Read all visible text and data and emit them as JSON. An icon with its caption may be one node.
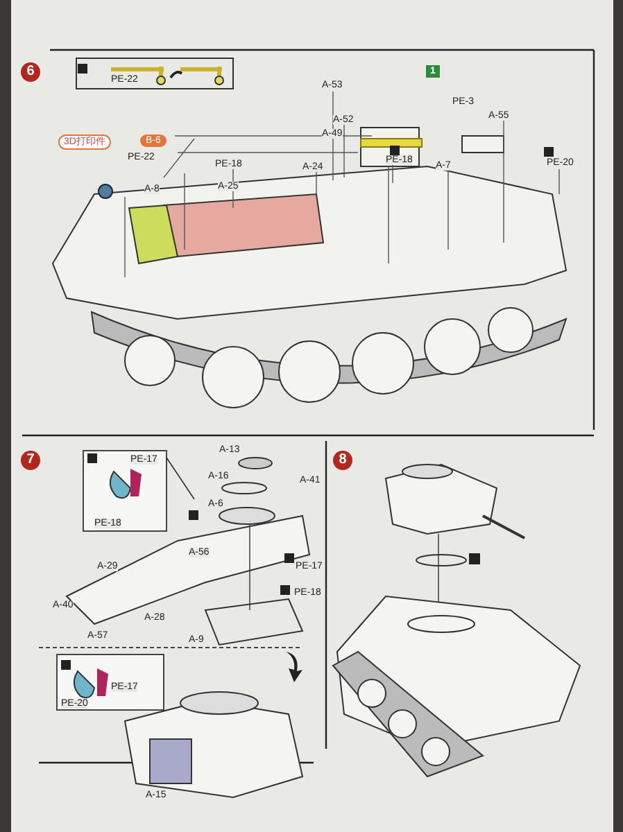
{
  "diagram": {
    "labels": [
      "6",
      "PE-22",
      "A-53",
      "1",
      "PE-3",
      "A-52",
      "A-49",
      "A-55",
      "3D打印件",
      "B-6",
      "PE-22",
      "PE-18",
      "A-8",
      "A-25",
      "A-24",
      "PE-18",
      "A-7",
      "PE-20",
      "7",
      "PE-17",
      "PE-18",
      "A-13",
      "A-16",
      "A-41",
      "A-6",
      "A-56",
      "A-29",
      "PE-17",
      "PE-18",
      "A-40",
      "A-28",
      "A-57",
      "A-9",
      "PE-17",
      "PE-20",
      "A-15",
      "8"
    ]
  }
}
